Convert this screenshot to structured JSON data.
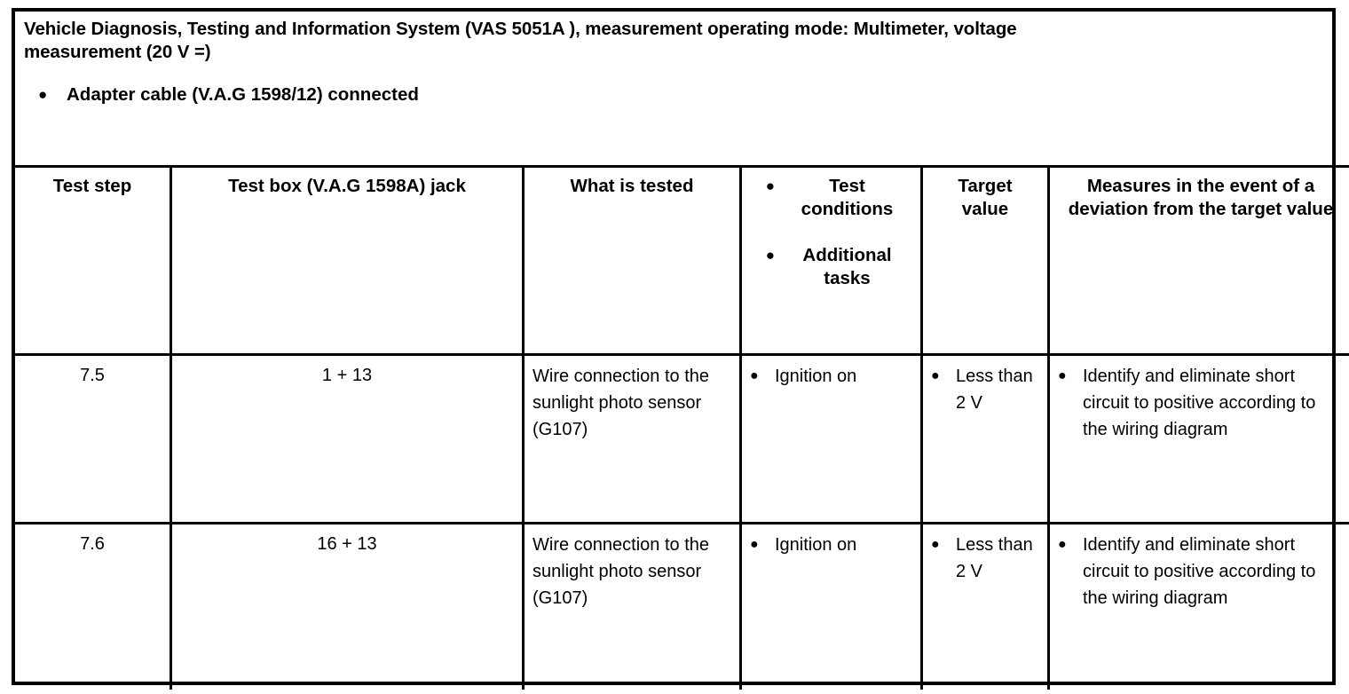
{
  "document": {
    "title_lines": [
      "Vehicle Diagnosis, Testing and Information System (VAS 5051A ), measurement operating mode: Multimeter, voltage",
      "measurement (20 V =)"
    ],
    "intro_bullets": [
      "Adapter cable (V.A.G 1598/12) connected"
    ],
    "bullet_glyph": "●"
  },
  "table": {
    "headers": {
      "test_step": "Test step",
      "test_box_jack": "Test box (V.A.G 1598A) jack",
      "what_is_tested": "What is tested",
      "conditions_bullets": [
        "Test conditions",
        "Additional tasks"
      ],
      "target_value": "Target\nvalue",
      "target_value_line1": "Target",
      "target_value_line2": "value",
      "measures": "Measures in the event of a deviation from the target value"
    },
    "rows": [
      {
        "test_step": "7.5",
        "test_box_jack": "1 + 13",
        "what_is_tested": "Wire connection to the sunlight photo sensor (G107)",
        "test_conditions": [
          "Ignition on"
        ],
        "target_value": [
          "Less than 2 V"
        ],
        "measures": [
          "Identify and eliminate short circuit to positive according to the wiring diagram"
        ]
      },
      {
        "test_step": "7.6",
        "test_box_jack": "16 + 13",
        "what_is_tested": "Wire connection to the sunlight photo sensor (G107)",
        "test_conditions": [
          "Ignition on"
        ],
        "target_value": [
          "Less than 2 V"
        ],
        "measures": [
          "Identify and eliminate short circuit to positive according to the wiring diagram"
        ]
      }
    ]
  },
  "colors": {
    "ink": "#000000",
    "paper": "#ffffff"
  }
}
